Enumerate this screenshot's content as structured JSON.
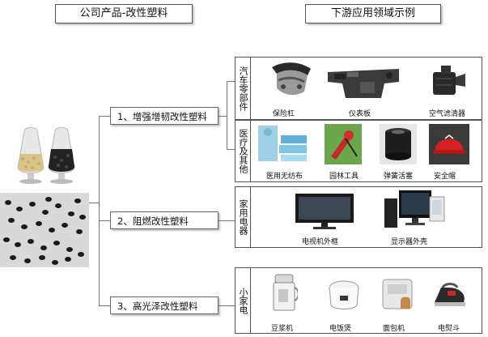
{
  "headers": {
    "left": "公司产品-改性塑料",
    "right": "下游应用领域示例"
  },
  "categories": [
    {
      "label": "1、增强增韧改性塑料"
    },
    {
      "label": "2、阻燃改性塑料"
    },
    {
      "label": "3、高光泽改性塑料"
    }
  ],
  "groups": {
    "auto": {
      "label": "汽车零部件",
      "items": [
        "保险杠",
        "仪表板",
        "空气滤清器"
      ]
    },
    "medical": {
      "label": "医疗及其他",
      "items": [
        "医用无纺布",
        "园林工具",
        "弹簧活塞",
        "安全帽"
      ]
    },
    "appliance": {
      "label": "家用电器",
      "items": [
        "电视机外框",
        "显示器外壳"
      ]
    },
    "small": {
      "label": "小家电",
      "items": [
        "豆浆机",
        "电饭煲",
        "面包机",
        "电熨斗"
      ]
    }
  },
  "icons": {
    "pellet_jars": "pellet-jars-icon",
    "pellet_pile": "black-pellets-icon"
  },
  "colors": {
    "border": "#555555",
    "background": "#ffffff"
  }
}
